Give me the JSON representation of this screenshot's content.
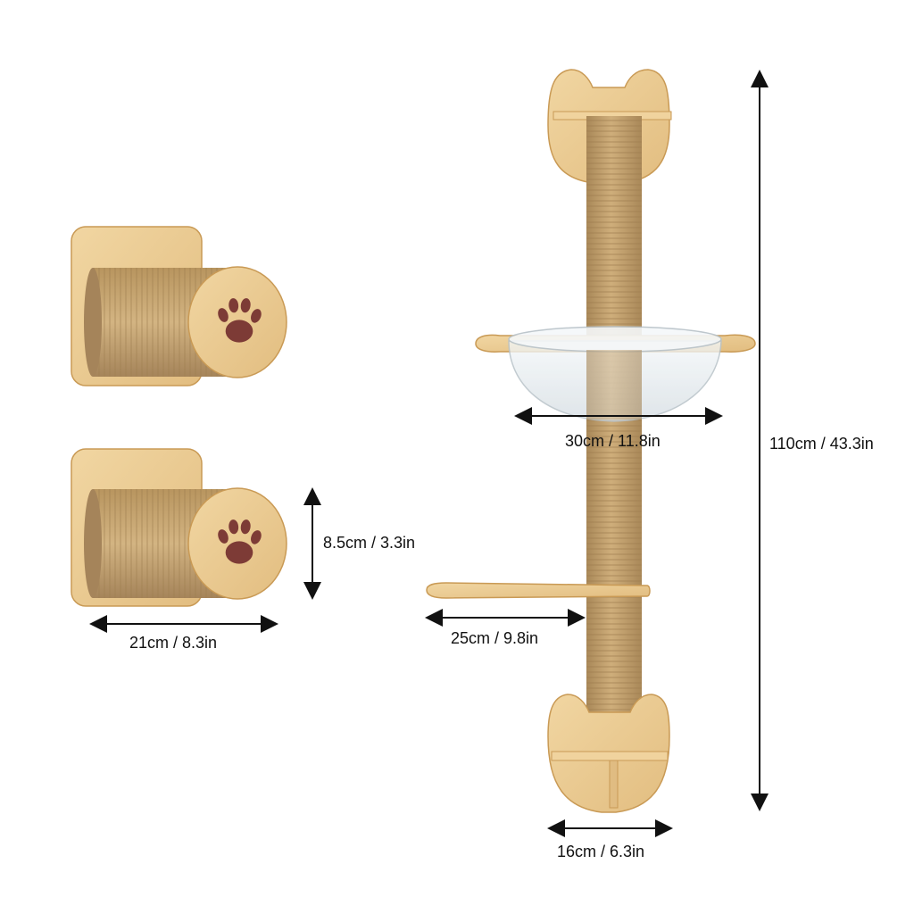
{
  "colors": {
    "background": "#ffffff",
    "wood": "#eac88e",
    "wood_dark": "#d6ac68",
    "wood_edge": "#c99a55",
    "sisal": "#c6a371",
    "sisal_dark": "#a98858",
    "paw": "#7d3b36",
    "bowl": "#e6eef2",
    "arrow": "#111111"
  },
  "dimensions": {
    "total_height": "110cm / 43.3in",
    "bowl_width": "30cm / 11.8in",
    "platform_width": "25cm / 9.8in",
    "base_width": "16cm / 6.3in",
    "scratcher_diameter": "8.5cm / 3.3in",
    "scratcher_length": "21cm / 8.3in"
  },
  "icons": [
    "paw-print-icon",
    "dimension-arrow-icon"
  ]
}
